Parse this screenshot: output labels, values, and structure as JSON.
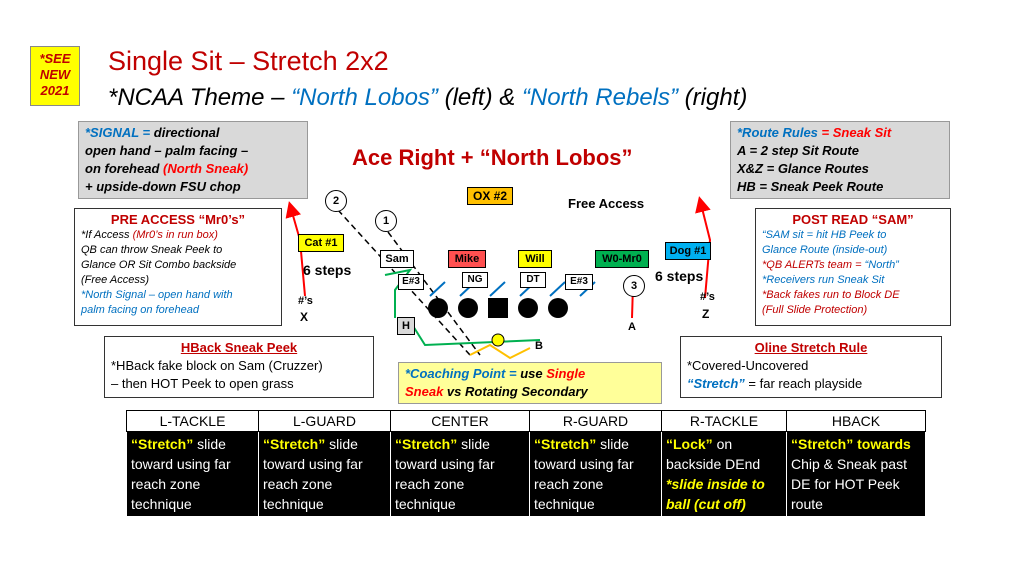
{
  "badge": {
    "line1": "*SEE",
    "line2": "NEW",
    "line3": "2021"
  },
  "title": {
    "main": "Single Sit – Stretch 2x2",
    "sub_prefix": "*NCAA Theme – ",
    "sub_left": "“North Lobos”",
    "sub_mid": " (left) & ",
    "sub_right": "“North Rebels”",
    "sub_end": " (right)"
  },
  "signal_box": {
    "l1a": "*SIGNAL = ",
    "l1b": "directional",
    "l2": "open hand – palm facing –",
    "l3a": "on forehead ",
    "l3b": "(North Sneak)",
    "l4": "+ upside-down FSU chop"
  },
  "formation_title": "Ace Right + “North Lobos”",
  "route_box": {
    "l1a": "*Route Rules",
    "l1b": " = Sneak Sit",
    "l2": "A = 2 step Sit Route",
    "l3": "X&Z = Glance Routes",
    "l4": "HB = Sneak Peek Route"
  },
  "pre_access": {
    "title": "PRE ACCESS “Mr0’s”",
    "l1a": "*If Access ",
    "l1b": "(Mr0’s in run box)",
    "l2": "QB can throw Sneak Peek to",
    "l3": "Glance OR Sit Combo backside",
    "l4": "(Free Access)",
    "l5": "*North Signal – open hand with",
    "l6": "palm facing on forehead"
  },
  "post_read": {
    "title": "POST READ “SAM”",
    "l1": "“SAM sit = hit HB Peek to",
    "l2": "Glance Route (inside-out)",
    "l3a": "*QB ALERTs team = ",
    "l3b": "“North”",
    "l4": "*Receivers run Sneak Sit",
    "l5": "*Back fakes run to Block DE",
    "l6": "(Full Slide Protection)"
  },
  "field": {
    "ox": "OX #2",
    "free_access": "Free Access",
    "circle2": "2",
    "circle1": "1",
    "circle3": "3",
    "cat": "Cat #1",
    "dog": "Dog #1",
    "sam": "Sam",
    "mike": "Mike",
    "will": "Will",
    "w0": "W0-Mr0",
    "e3_left": "E#3",
    "ng": "NG",
    "dt": "DT",
    "e3_right": "E#3",
    "steps_left": "6 steps",
    "steps_right": "6 steps",
    "x_num": "#’s",
    "x_label": "X",
    "z_num": "#’s",
    "z_label": "Z",
    "h": "H",
    "a": "A",
    "b": "B"
  },
  "hback_box": {
    "title": "HBack Sneak Peek",
    "l1": "*HBack fake block on Sam (Cruzzer)",
    "l2": "– then HOT Peek to open grass"
  },
  "coaching_box": {
    "l1a": "*Coaching Point = ",
    "l1b": "use ",
    "l1c": "Single",
    "l2a": "Sneak",
    "l2b": " vs Rotating Secondary"
  },
  "oline_box": {
    "title": "Oline Stretch Rule",
    "l1": "*Covered-Uncovered",
    "l2a": "“Stretch”",
    "l2b": " = far reach playside"
  },
  "table": {
    "headers": [
      "L-TACKLE",
      "L-GUARD",
      "CENTER",
      "R-GUARD",
      "R-TACKLE",
      "HBACK"
    ],
    "c1a": "“Stretch”",
    "c1b": " slide toward using far reach zone technique",
    "c2a": "“Stretch”",
    "c2b": " slide toward using far reach zone technique",
    "c3a": "“Stretch”",
    "c3b": " slide toward using far reach zone technique",
    "c4a": "“Stretch”",
    "c4b": " slide toward using far reach zone technique",
    "c5a": "“Lock”",
    "c5b": " on backside DEnd ",
    "c5c": "*slide inside to ball (cut off)",
    "c6a": "“Stretch” towards",
    "c6b": " Chip & Sneak past DE for HOT Peek route"
  },
  "colors": {
    "red": "#c00000",
    "blue": "#0070c0",
    "yellow": "#ffff00",
    "green": "#00b050",
    "mike_fill": "#ff5050",
    "will_fill": "#ffff00",
    "cat_fill": "#ffff00",
    "dog_fill": "#00b0f0",
    "w0_fill": "#00b050"
  }
}
